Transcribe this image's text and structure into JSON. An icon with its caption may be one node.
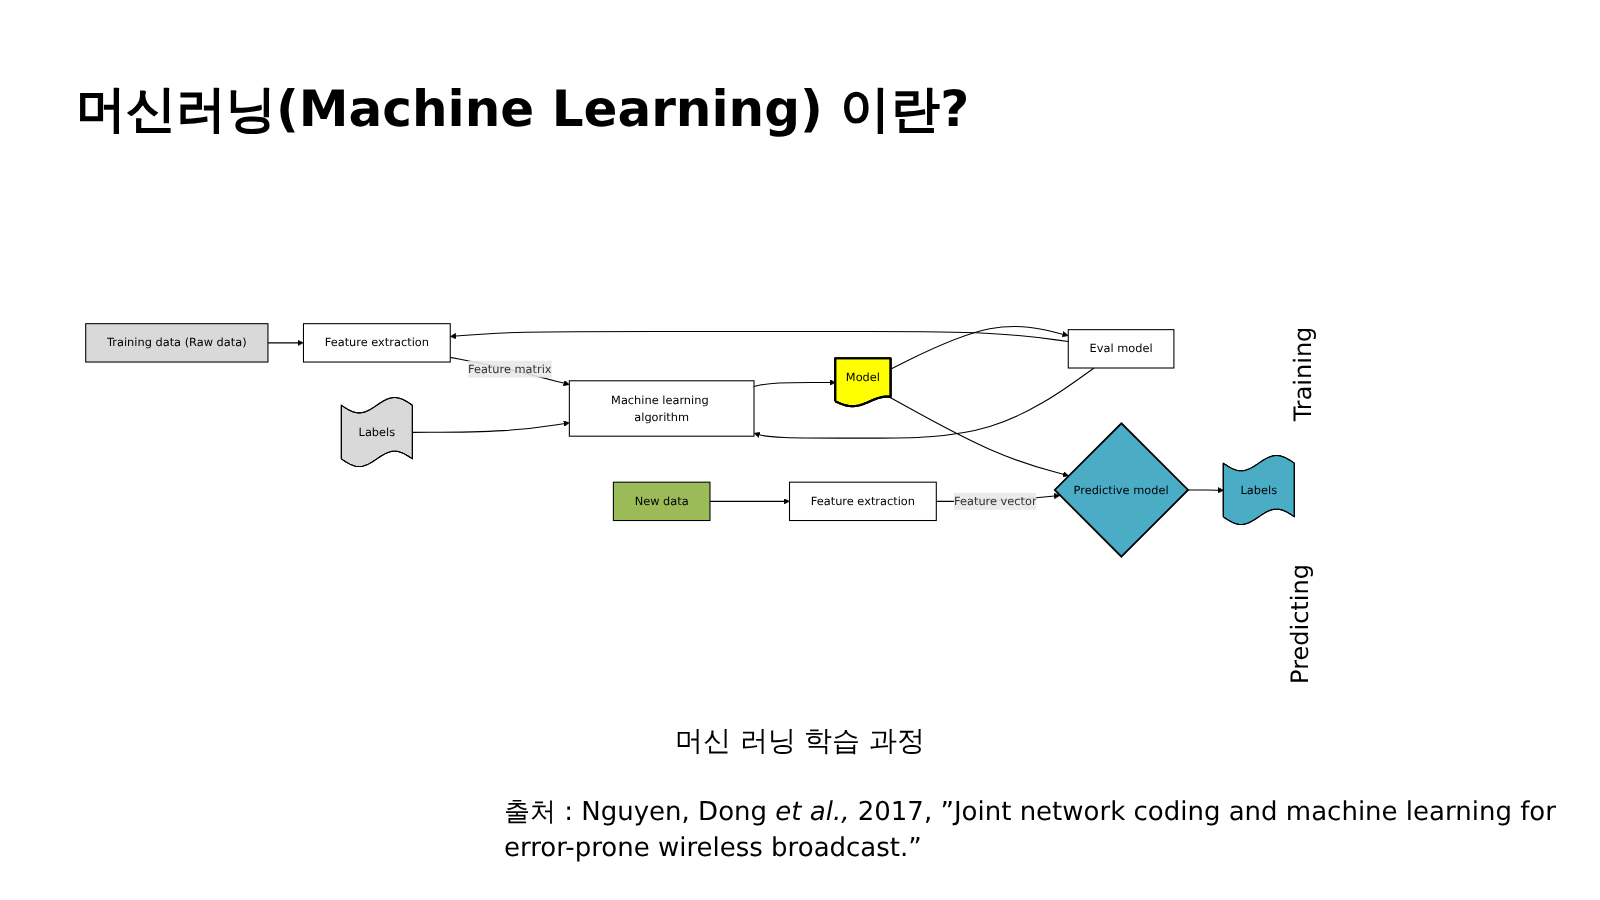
{
  "diagram": {
    "title": "머신러닝(Machine Learning) 이란?",
    "caption": "머신 러닝 학습 과정",
    "nodes": [
      {
        "text": [
          "Training data (Raw data)"
        ]
      },
      {
        "text": [
          "Feature extraction"
        ]
      },
      {
        "text": [
          "Machine learning algorithm"
        ]
      },
      {
        "text": [
          "Eval model"
        ]
      },
      {
        "text": [
          "Model"
        ]
      },
      {
        "text": [
          "Labels"
        ]
      },
      {
        "text": [
          "New data"
        ]
      },
      {
        "text": [
          "Feature extraction"
        ]
      },
      {
        "text": [
          "Predictive model"
        ]
      },
      {
        "text": [
          "Labels"
        ]
      }
    ],
    "edges": [
      {
        "from": 0,
        "to": 1,
        "arrow": "to"
      },
      {
        "from": 1,
        "to": 2,
        "arrow": "to",
        "label": "Feature matrix"
      },
      {
        "from": 5,
        "to": 2,
        "arrow": "to"
      },
      {
        "from": 2,
        "to": 4,
        "arrow": "to"
      },
      {
        "from": 4,
        "to": 3,
        "arrow": "to"
      },
      {
        "from": 3,
        "to": 1,
        "arrow": "to"
      },
      {
        "from": 3,
        "to": 2,
        "arrow": "to"
      },
      {
        "from": 4,
        "to": 8,
        "arrow": "to"
      },
      {
        "from": 6,
        "to": 7,
        "arrow": "to"
      },
      {
        "from": 7,
        "to": 8,
        "arrow": "to",
        "label": "Feature vector"
      },
      {
        "from": 8,
        "to": 9,
        "arrow": "to"
      }
    ],
    "labels": [
      "Training",
      "Predicting",
      "출처 : Nguyen, Dong *et al.,* 2017, ”Joint network coding and machine learning for error-prone wireless broadcast.”"
    ]
  }
}
